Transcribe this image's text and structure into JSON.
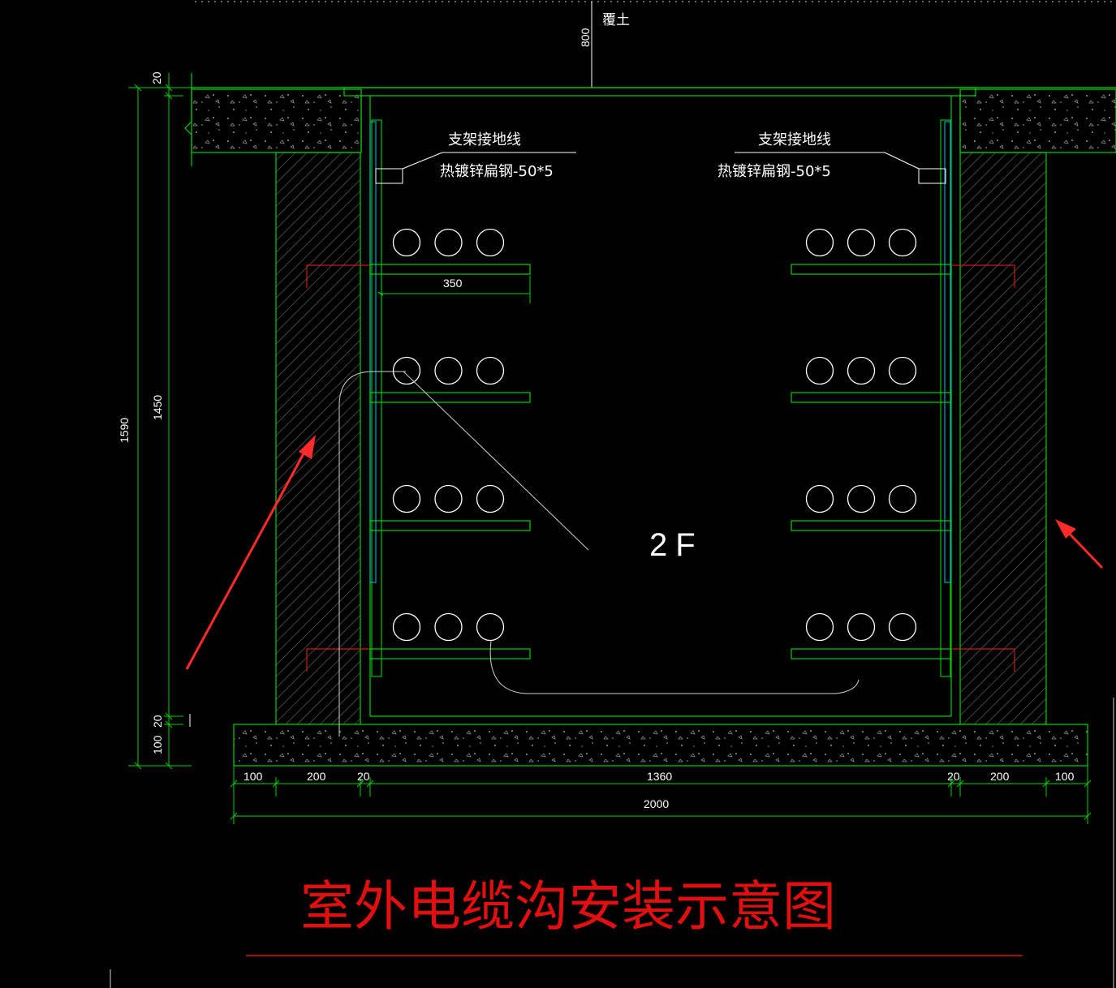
{
  "colors": {
    "background": "#000000",
    "structure_line": "#00d200",
    "hatch": "#6f6f6f",
    "cable": "#ffffff",
    "steel_strip": "#00b4dc",
    "rebar": "#d01818",
    "title_red": "#e01010",
    "annotation_arrow": "#ff2a2a"
  },
  "labels": {
    "soil_cover": "覆土",
    "soil_depth": "800",
    "left_ground_title": "支架接地线",
    "left_ground_spec": "热镀锌扁钢-50*5",
    "right_ground_title": "支架接地线",
    "right_ground_spec": "热镀锌扁钢-50*5",
    "bracket_length": "350",
    "floor_mark": "2F",
    "drawing_title": "室外电缆沟安装示意图"
  },
  "vertical_dims": {
    "top_cover": "20",
    "inner_height": "1450",
    "total_height": "1590",
    "bottom_gap": "20",
    "bottom_slab": "100"
  },
  "horizontal_dims": {
    "left_edge": "100",
    "left_wall": "200",
    "left_gap": "20",
    "inner_width": "1360",
    "right_gap": "20",
    "right_wall": "200",
    "right_edge": "100",
    "total_width": "2000"
  },
  "bracket_tiers": 4,
  "cables_per_tier": 3
}
